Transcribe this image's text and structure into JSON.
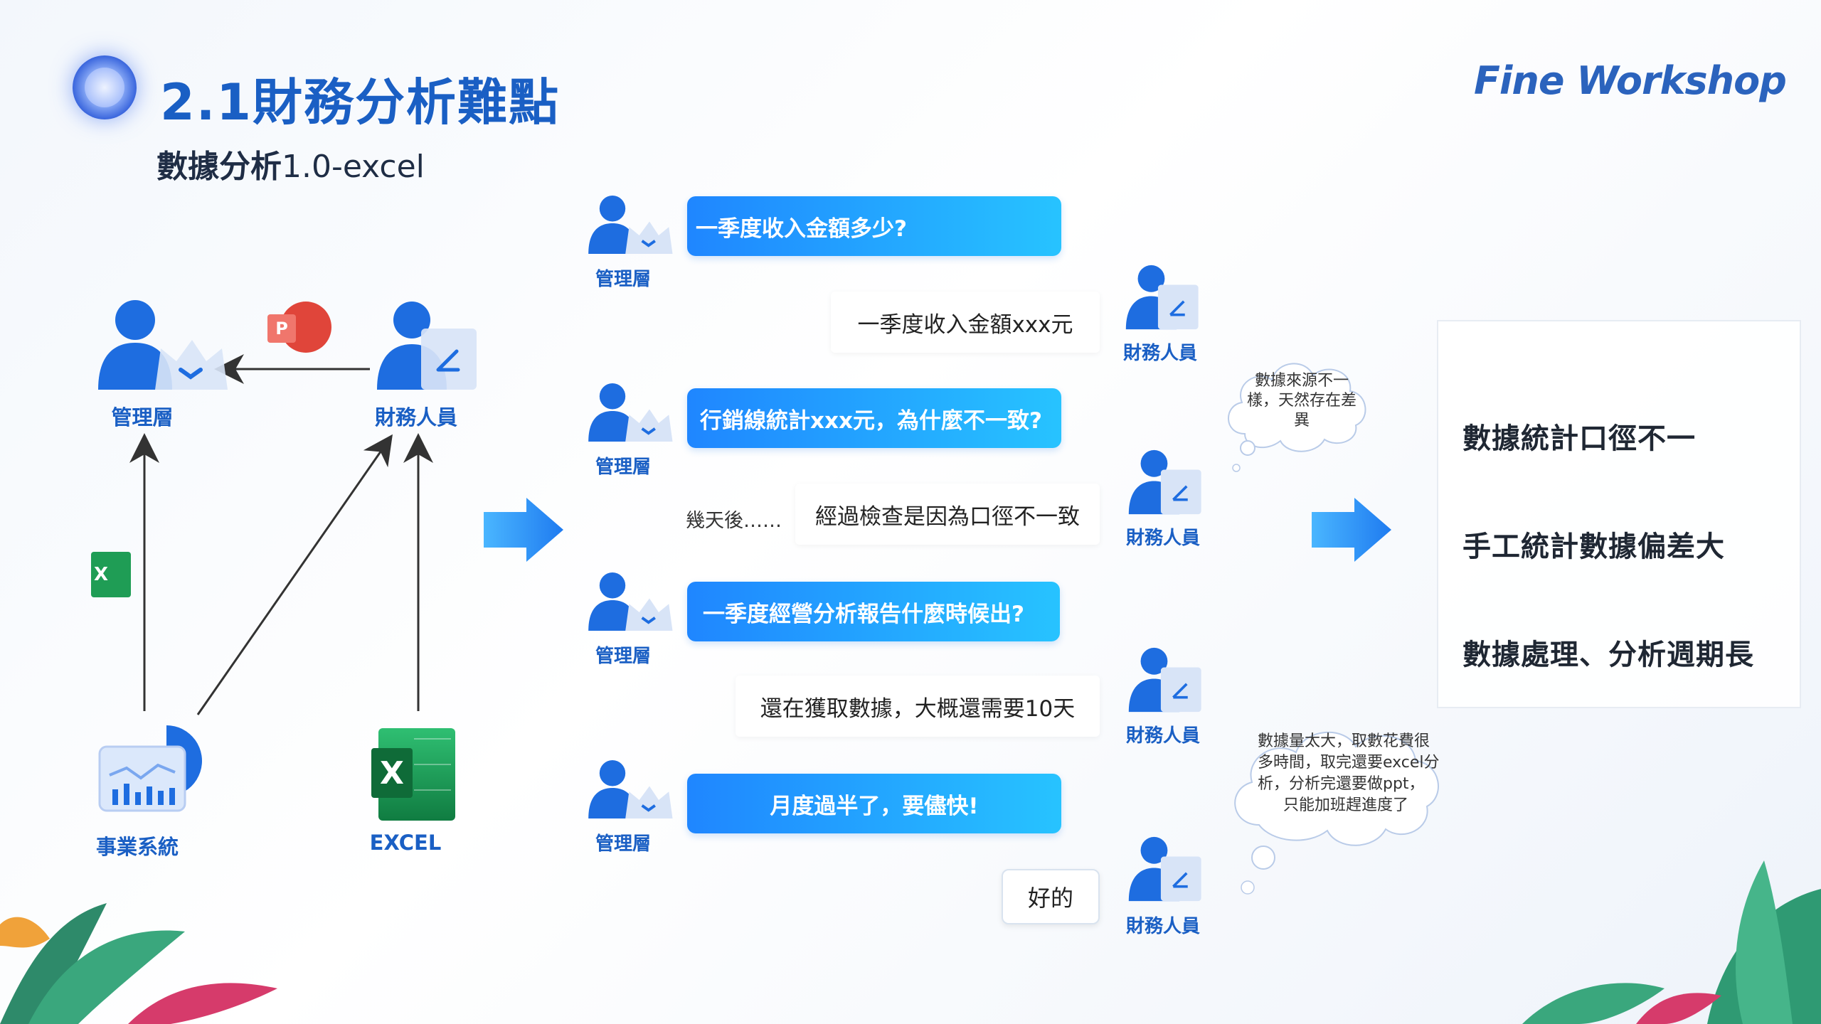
{
  "header": {
    "title": "2.1財務分析難點",
    "subtitle_bold": "數據分析",
    "subtitle_rest": "1.0-excel",
    "brand": "Fine Workshop"
  },
  "left_diagram": {
    "manager_label": "管理層",
    "finance_label": "財務人員",
    "system_label": "事業系統",
    "excel_label": "EXCEL",
    "ppt_letter": "P",
    "excel_letter": "X"
  },
  "chat": {
    "manager_label": "管理層",
    "finance_label": "財務人員",
    "messages": [
      {
        "from": "manager",
        "text": "一季度收入金額多少?"
      },
      {
        "from": "finance",
        "text": "一季度收入金額xxx元"
      },
      {
        "from": "manager",
        "text": "行銷線統計xxx元，為什麼不一致?"
      },
      {
        "from": "finance",
        "text": "經過檢查是因為口徑不一致"
      },
      {
        "from": "manager",
        "text": "一季度經營分析報告什麼時候出?"
      },
      {
        "from": "finance",
        "text": "還在獲取數據，大概還需要10天"
      },
      {
        "from": "manager",
        "text": "月度過半了，要儘快!"
      },
      {
        "from": "finance",
        "text": "好的"
      }
    ],
    "delay_note": "幾天後……",
    "thought_1": "數據來源不一樣，天然存在差異",
    "thought_2_line1": "數據量太大，取數花費很",
    "thought_2_line2": "多時間，取完還要excel分",
    "thought_2_line3": "析，分析完還要做ppt，",
    "thought_2_line4": "只能加班趕進度了"
  },
  "results": [
    "數據統計口徑不一",
    "手工統計數據偏差大",
    "數據處理、分析週期長"
  ],
  "colors": {
    "accent": "#1a5fc4",
    "bubble_blue_start": "#1f86ff",
    "bubble_blue_end": "#27c3ff",
    "excel_green": "#1f9d55",
    "ppt_red": "#e0453a"
  }
}
